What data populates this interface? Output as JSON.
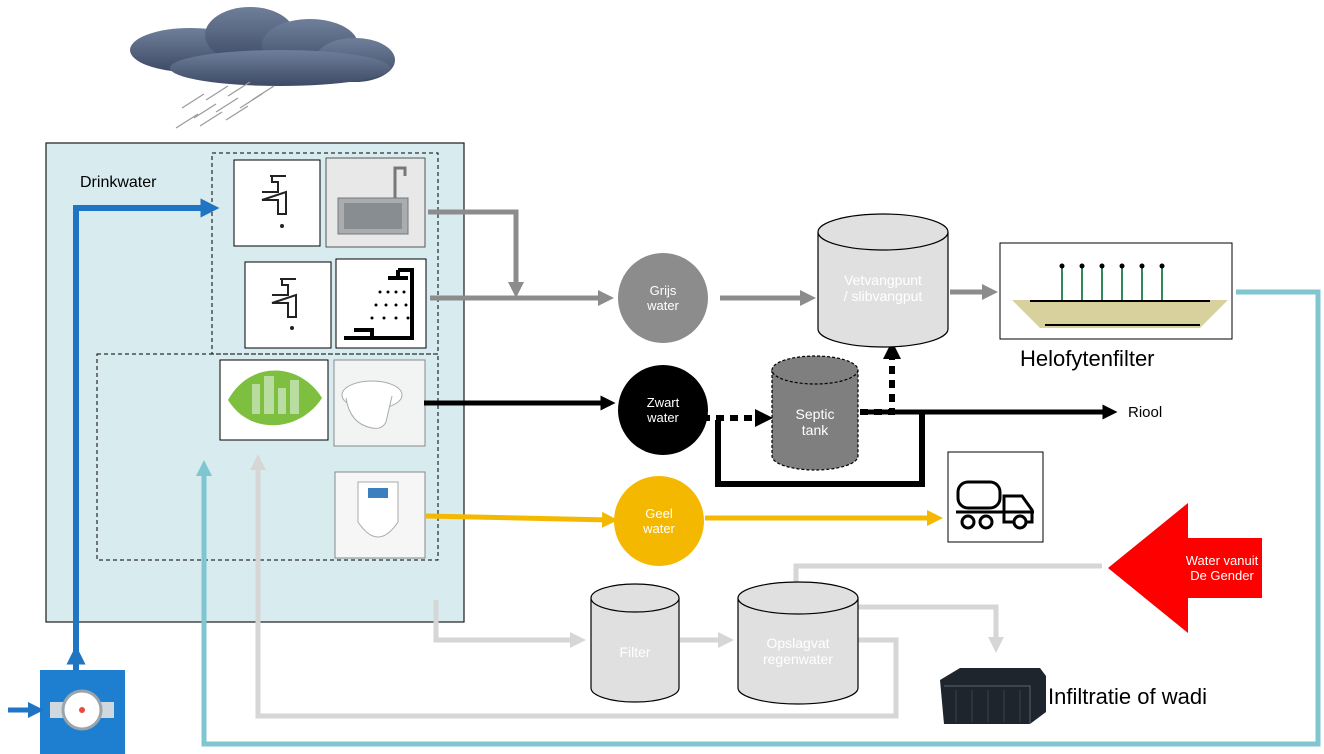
{
  "labels": {
    "drinkwater": "Drinkwater",
    "grijs_water": "Grijs\nwater",
    "zwart_water": "Zwart\nwater",
    "geel_water": "Geel\nwater",
    "vetvangpunt": "Vetvangpunt\n/ slibvangput",
    "septic_tank": "Septic\ntank",
    "helofytenfilter": "Helofytenfilter",
    "riool": "Riool",
    "water_vanuit": "Water vanuit\nDe Gender",
    "filter": "Filter",
    "opslagvat": "Opslagvat\nregenwater",
    "infiltratie": "Infiltratie of wadi"
  },
  "colors": {
    "house_bg": "#d8ecf0",
    "drinkwater_blue": "#1f74c4",
    "grey_water": "#8c8c8c",
    "black_water": "#000000",
    "yellow_water": "#f5b800",
    "light_grey": "#d6d6d6",
    "teal_return": "#7fc6d0",
    "red_arrow": "#ff0000",
    "tank_fill": "#e0e0e0",
    "septic_fill": "#7f7f7f"
  },
  "icons": [
    "cloud-icon",
    "rain-icon",
    "tap-icon",
    "sink-icon",
    "shower-icon",
    "leaf-city-icon",
    "toilet-icon",
    "urinal-icon",
    "truck-icon",
    "water-meter-icon",
    "helophyte-filter-icon",
    "infiltration-crate-icon"
  ]
}
